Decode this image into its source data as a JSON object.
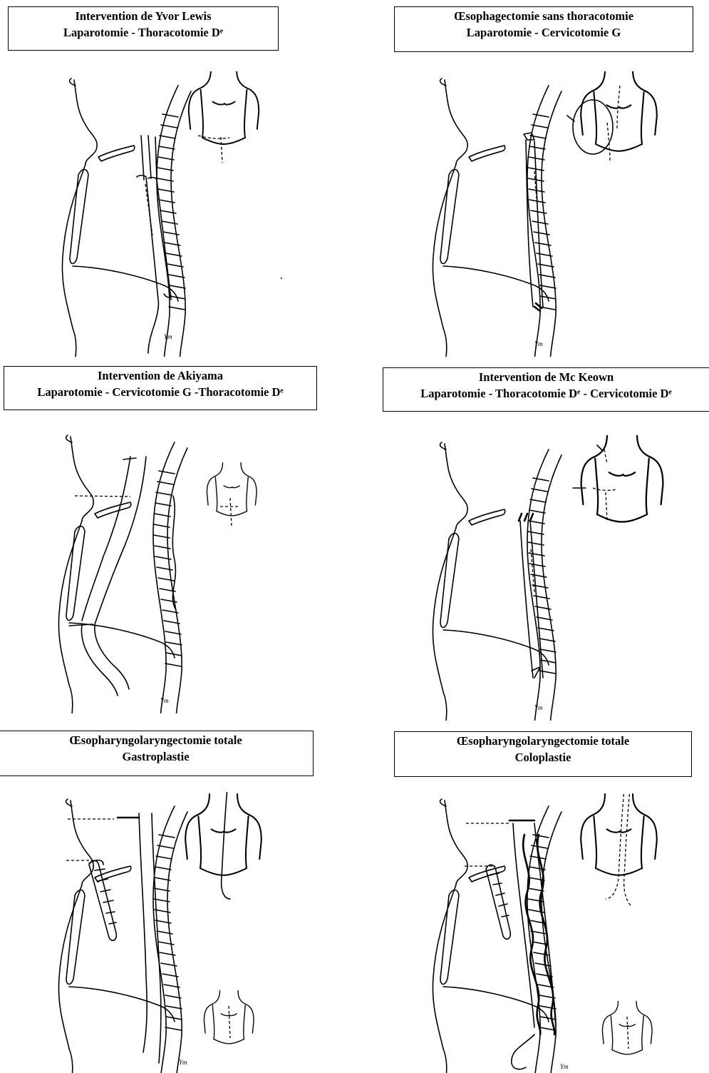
{
  "panels": [
    {
      "id": "yvor-lewis",
      "title_line1": "Intervention de Yvor Lewis",
      "title_line2": "Laparotomie  - Thoracotomie Dᵉ",
      "signature": "Ym"
    },
    {
      "id": "sans-thoracotomie",
      "title_line1": "Œsophagectomie sans thoracotomie",
      "title_line2": "Laparotomie - Cervicotomie G",
      "signature": "Ym"
    },
    {
      "id": "akiyama",
      "title_line1": "Intervention de Akiyama",
      "title_line2": "Laparotomie - Cervicotomie G -Thoracotomie Dᵉ",
      "signature": "Ym"
    },
    {
      "id": "mc-keown",
      "title_line1": "Intervention de Mc Keown",
      "title_line2": "Laparotomie  - Thoracotomie Dᵉ - Cervicotomie Dᵉ",
      "signature": "Ym"
    },
    {
      "id": "gastroplastie",
      "title_line1": "Œsopharyngolaryngectomie totale",
      "title_line2": "Gastroplastie",
      "signature": "Ym"
    },
    {
      "id": "coloplastie",
      "title_line1": "Œsopharyngolaryngectomie totale",
      "title_line2": "Coloplastie",
      "signature": "Ym"
    }
  ]
}
